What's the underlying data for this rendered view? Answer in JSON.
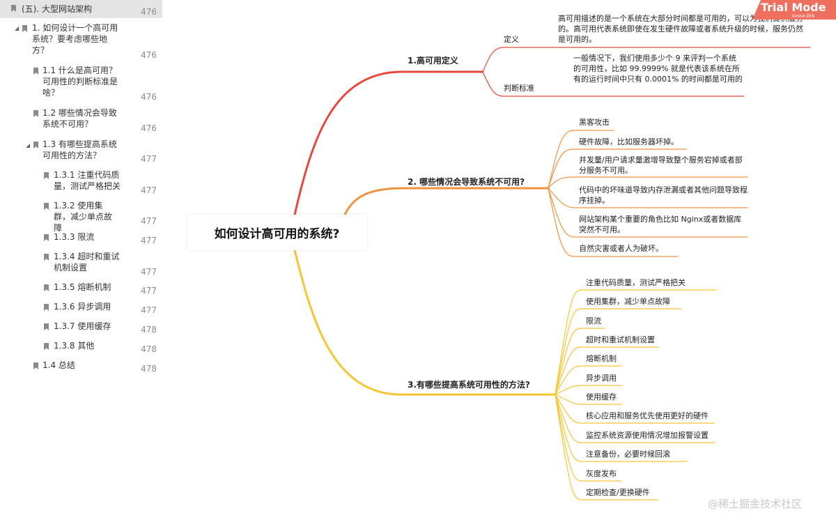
{
  "toc": {
    "items": [
      {
        "label": "(五). 大型网站架构",
        "page": "476"
      },
      {
        "label": "1. 如何设计一个高可用系统？要考虑哪些地方？",
        "page": "476"
      },
      {
        "label": "1.1 什么是高可用？可用性的判断标准是啥？",
        "page": "476"
      },
      {
        "label": "1.2 哪些情况会导致系统不可用？",
        "page": "476"
      },
      {
        "label": "1.3 有哪些提高系统可用性的方法？",
        "page": "477"
      },
      {
        "label": "1.3.1 注重代码质量，测试严格把关",
        "page": "477"
      },
      {
        "label": "1.3.2 使用集群，减少单点故障",
        "page": "477"
      },
      {
        "label": "1.3.3 限流",
        "page": "477"
      },
      {
        "label": "1.3.4 超时和重试机制设置",
        "page": "477"
      },
      {
        "label": "1.3.5 熔断机制",
        "page": "477"
      },
      {
        "label": "1.3.6 异步调用",
        "page": "477"
      },
      {
        "label": "1.3.7 使用缓存",
        "page": "478"
      },
      {
        "label": "1.3.8 其他",
        "page": "478"
      },
      {
        "label": "1.4 总结",
        "page": "478"
      }
    ]
  },
  "mindmap": {
    "root": "如何设计高可用的系统?",
    "branches": [
      {
        "title": "1.高可用定义",
        "color": "#e8483c",
        "children": [
          {
            "label": "定义",
            "detail": "高可用描述的是一个系统在大部分时间都是可用的，可以为我们提供服务的。高可用代表系统即使在发生硬件故障或者系统升级的时候，服务仍然是可用的。"
          },
          {
            "label": "判断标准",
            "detail": "一般情况下，我们使用多少个 9 来评判一个系统的可用性，比如 99.9999% 就是代表该系统在所有的运行时间中只有 0.0001% 的时间都是可用的"
          }
        ]
      },
      {
        "title": "2. 哪些情况会导致系统不可用?",
        "color": "#f3923c",
        "children": [
          "黑客攻击",
          "硬件故障，比如服务器坏掉。",
          "并发量/用户请求量激增导致整个服务宕掉或者部分服务不可用。",
          "代码中的坏味道导致内存泄漏或者其他问题导致程序挂掉。",
          "网站架构某个重要的角色比如 Nginx或者数据库突然不可用。",
          "自然灾害或者人为破坏。"
        ]
      },
      {
        "title": "3.有哪些提高系统可用性的方法?",
        "color": "#f7c533",
        "children": [
          "注重代码质量，测试严格把关",
          "使用集群，减少单点故障",
          "限流",
          "超时和重试机制设置",
          "熔断机制",
          "异步调用",
          "使用缓存",
          "核心应用和服务优先使用更好的硬件",
          "监控系统资源使用情况增加报警设置",
          "注意备份，必要时候回滚",
          "灰度发布",
          "定期检查/更换硬件"
        ]
      }
    ]
  },
  "overlay": {
    "trial_title": "Trial Mode",
    "trial_sub": "Xmind·ZEN",
    "watermark": "@稀土掘金技术社区"
  }
}
